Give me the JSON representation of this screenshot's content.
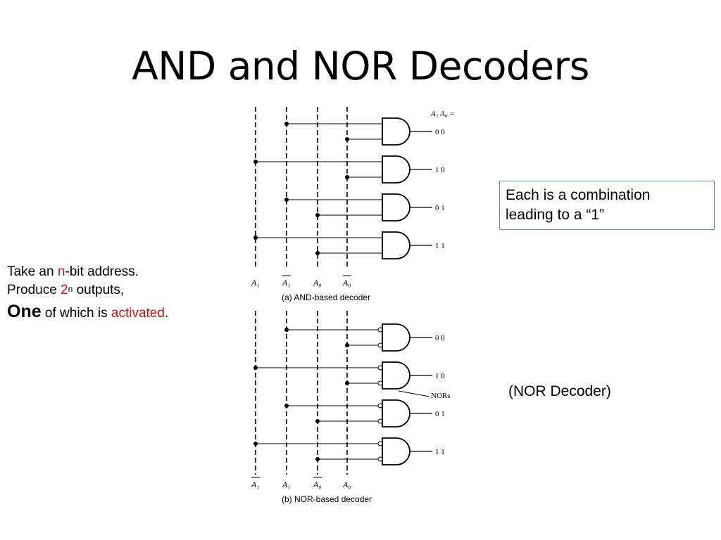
{
  "title": "AND and NOR Decoders",
  "left_text": {
    "line1_pre": "Take an ",
    "line1_n": "n",
    "line1_post": "-bit address.",
    "line2_pre": "Produce ",
    "line2_base": "2",
    "line2_exp": "n",
    "line2_post": " outputs,",
    "line3_big": "One",
    "line3_mid": " of which is ",
    "line3_red": "activated",
    "line3_end": "."
  },
  "callout": {
    "line1": "Each is a combination",
    "line2": "leading to a “1”"
  },
  "nor_label": "(NOR Decoder)",
  "diagram": {
    "header": "A₁ A₀ =",
    "and_outputs": [
      "0  0",
      "1  0",
      "0  1",
      "1  1"
    ],
    "nor_outputs": [
      "0  0",
      "1  0",
      "0  1",
      "1  1"
    ],
    "and_inputs": [
      "A₁",
      "A₁",
      "A₀",
      "A₀"
    ],
    "nor_inputs": [
      "A₁",
      "A₁",
      "A₀",
      "A₀"
    ],
    "and_caption": "(a) AND-based decoder",
    "nor_caption": "(b) NOR-based decoder",
    "nors_tag": "NORs"
  }
}
